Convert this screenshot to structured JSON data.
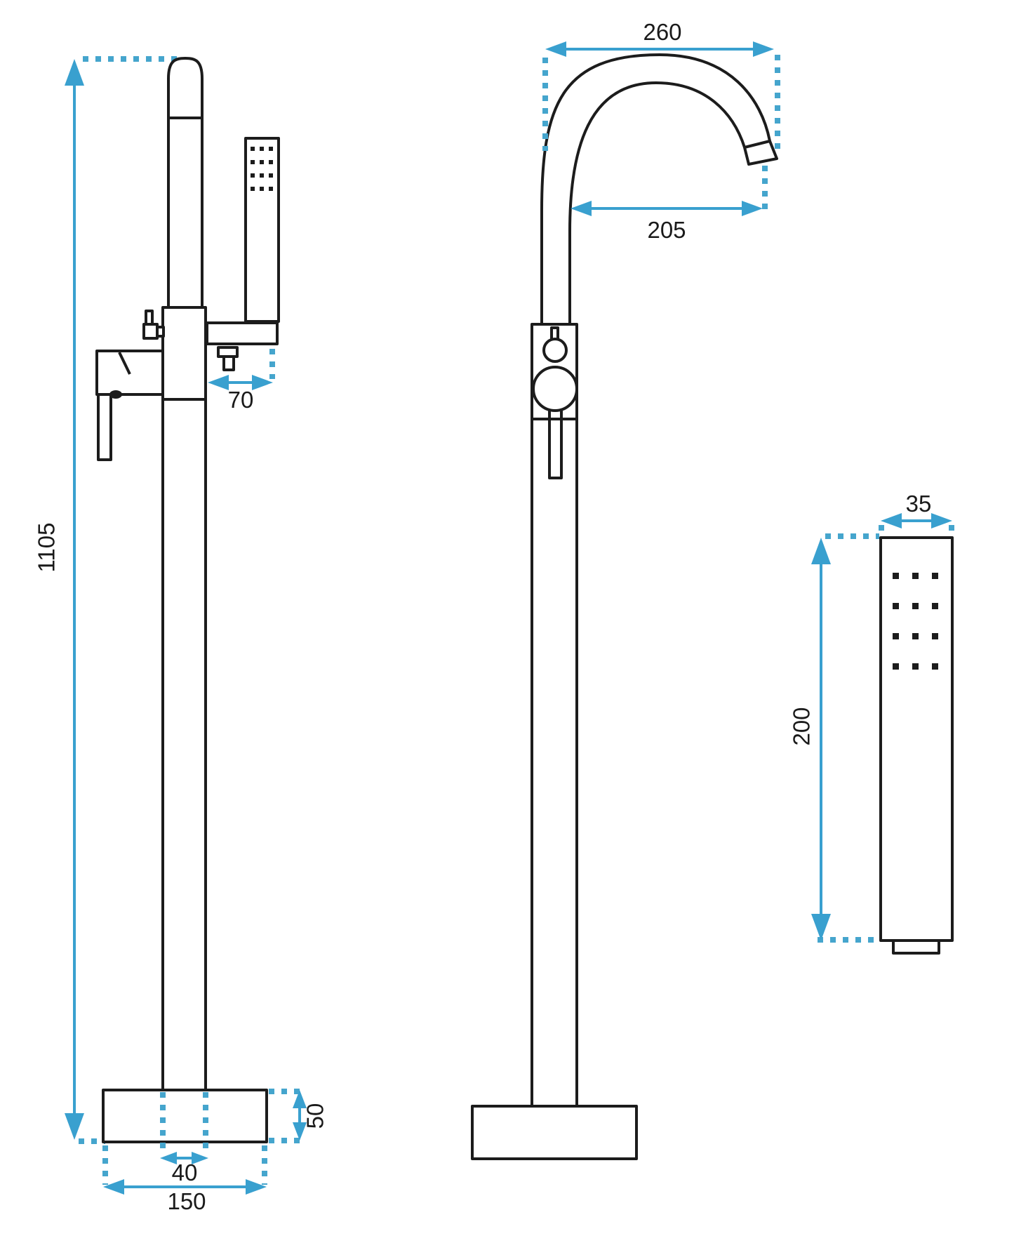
{
  "dimensions": {
    "height": "1105",
    "arm_offset": "70",
    "column_width": "40",
    "base_width": "150",
    "base_height": "50",
    "spout_width": "260",
    "spout_reach": "205",
    "shower_width": "35",
    "shower_length": "200"
  },
  "colors": {
    "dimension_blue": "#39a0cf",
    "outline_black": "#1c1c1c",
    "background": "#ffffff"
  }
}
